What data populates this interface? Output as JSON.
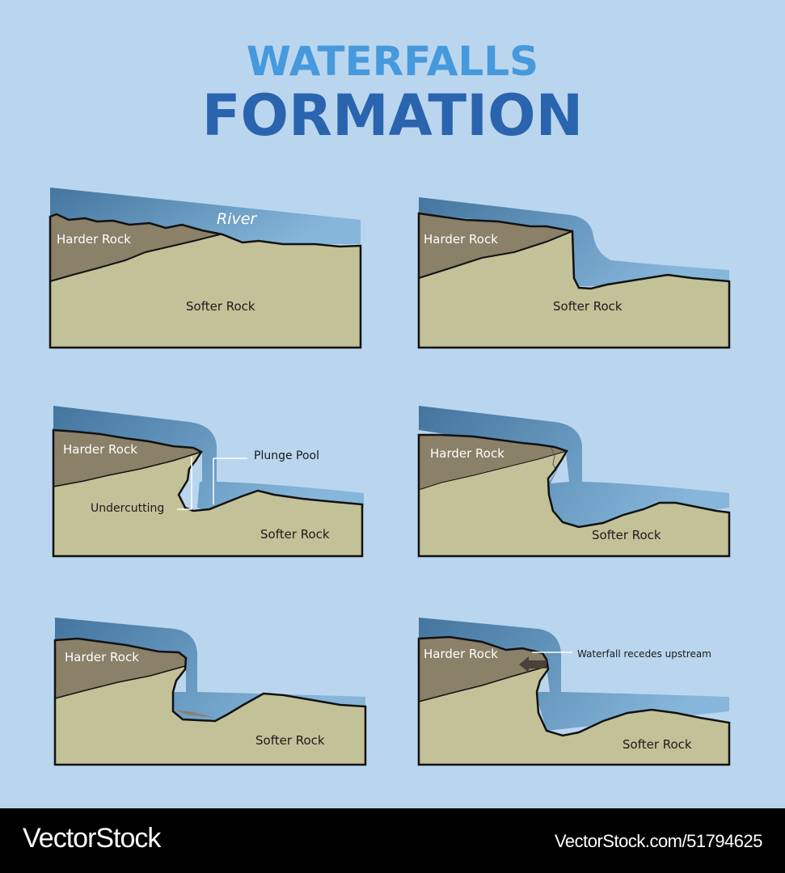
{
  "title": {
    "line1": "WATERFALLS",
    "line2": "FORMATION",
    "line1_color": "#4599dc",
    "line2_color": "#2a63ae"
  },
  "colors": {
    "background": "#bad6ee",
    "water_dark": "#4a7ca6",
    "water_light": "#7fb0d6",
    "harder_rock": "#8b8068",
    "softer_rock": "#c3c198",
    "outline": "#111111"
  },
  "panels": [
    {
      "step": 1,
      "labels": {
        "river": "River",
        "harder": "Harder Rock",
        "softer": "Softer Rock"
      }
    },
    {
      "step": 2,
      "labels": {
        "harder": "Harder Rock",
        "softer": "Softer Rock"
      }
    },
    {
      "step": 3,
      "labels": {
        "harder": "Harder Rock",
        "softer": "Softer Rock",
        "plunge_pool": "Plunge Pool",
        "undercutting": "Undercutting"
      }
    },
    {
      "step": 4,
      "labels": {
        "harder": "Harder Rock",
        "softer": "Softer Rock"
      }
    },
    {
      "step": 5,
      "labels": {
        "harder": "Harder Rock",
        "softer": "Softer Rock"
      }
    },
    {
      "step": 6,
      "labels": {
        "harder": "Harder Rock",
        "softer": "Softer Rock",
        "recedes": "Waterfall recedes upstream"
      }
    }
  ],
  "footer": {
    "brand": "VectorStock",
    "reference": "VectorStock.com/51794625"
  }
}
